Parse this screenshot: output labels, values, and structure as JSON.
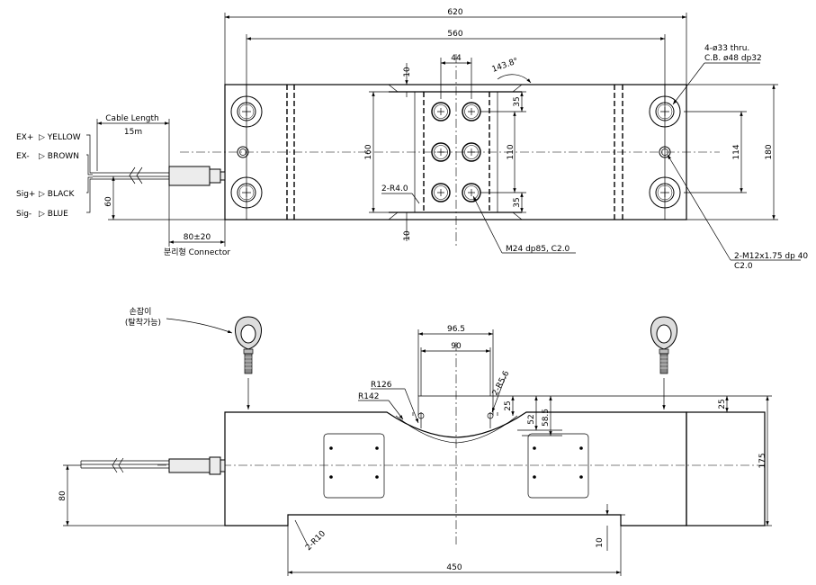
{
  "top_view": {
    "dim_overall_length": "620",
    "dim_bolt_pitch": "560",
    "dim_hole_spacing_x": "44",
    "dim_angle": "143.8°",
    "dim_edge_top": "10",
    "dim_edge_bottom": "10",
    "dim_row_top": "35",
    "dim_row_bottom": "35",
    "dim_block_height": "160",
    "dim_holes_span": "110",
    "dim_side_holes": "114",
    "dim_overall_width": "180",
    "dim_corner_radius": "2-R4.0",
    "mounting_hole_note_1": "4-ø33 thru.",
    "mounting_hole_note_2": "C.B. ø48 dp32",
    "tapped_hole_note": "M24 dp85, C2.0",
    "side_tap_note_1": "2-M12x1.75 dp 40",
    "side_tap_note_2": "C2.0",
    "cable_length_label": "Cable Length",
    "cable_length_value": "15m",
    "dim_cable_60": "60",
    "dim_connector": "80±20",
    "connector_label": "분리형 Connector",
    "wires": [
      {
        "signal": "EX+",
        "color": "▷ YELLOW"
      },
      {
        "signal": "EX-",
        "color": "▷ BROWN"
      },
      {
        "signal": "Sig+",
        "color": "▷ BLACK"
      },
      {
        "signal": "Sig-",
        "color": "▷ BLUE"
      }
    ]
  },
  "front_view": {
    "handle_label_1": "손잡이",
    "handle_label_2": "(탈착가능)",
    "dim_96_5": "96.5",
    "dim_90": "90",
    "dim_r126": "R126",
    "dim_r142": "R142",
    "dim_r5_6": "2-R5.6",
    "dim_25_inner": "25",
    "dim_52": "52",
    "dim_58_5": "58.5",
    "dim_25_outer": "25",
    "dim_175": "175",
    "dim_80": "80",
    "dim_r10": "2-R10",
    "dim_10": "10",
    "dim_450": "450"
  }
}
